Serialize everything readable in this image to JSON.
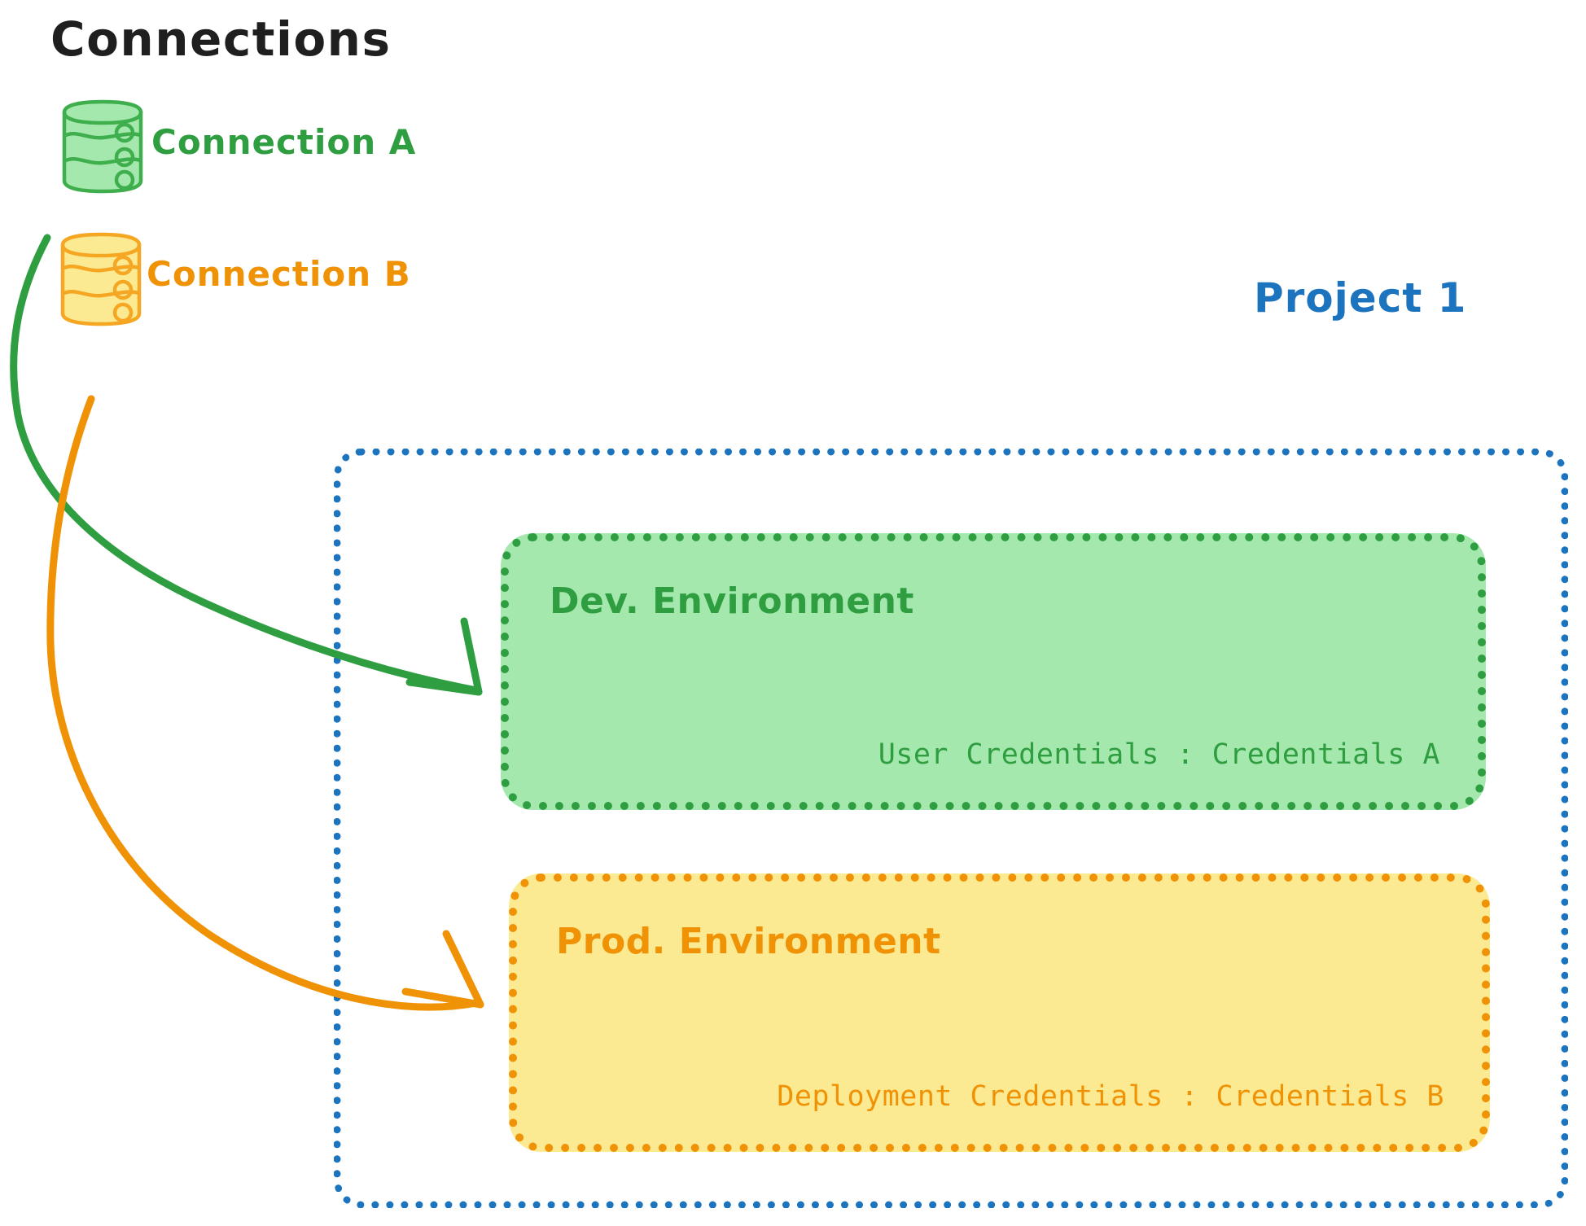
{
  "title": "Connections",
  "connections": [
    {
      "id": "connection-a",
      "label": "Connection A",
      "color": "#2E9E41",
      "fill": "#A5E8AE",
      "icon": "database-cylinder-icon"
    },
    {
      "id": "connection-b",
      "label": "Connection B",
      "color": "#F09205",
      "fill": "#FCEA93",
      "icon": "database-cylinder-icon"
    }
  ],
  "project": {
    "label": "Project 1",
    "color": "#1C73BE",
    "environments": [
      {
        "id": "dev-environment",
        "title": "Dev. Environment",
        "credentials": "User Credentials : Credentials A",
        "color": "#2E9E41",
        "fill": "#A5E8AE"
      },
      {
        "id": "prod-environment",
        "title": "Prod. Environment",
        "credentials": "Deployment Credentials : Credentials B",
        "color": "#F09205",
        "fill": "#FCEA93"
      }
    ]
  },
  "arrows": [
    {
      "id": "arrow-connection-a-to-dev",
      "from": "connection-a",
      "to": "dev-environment",
      "color": "#2E9E41"
    },
    {
      "id": "arrow-connection-b-to-prod",
      "from": "connection-b",
      "to": "prod-environment",
      "color": "#F09205"
    }
  ]
}
